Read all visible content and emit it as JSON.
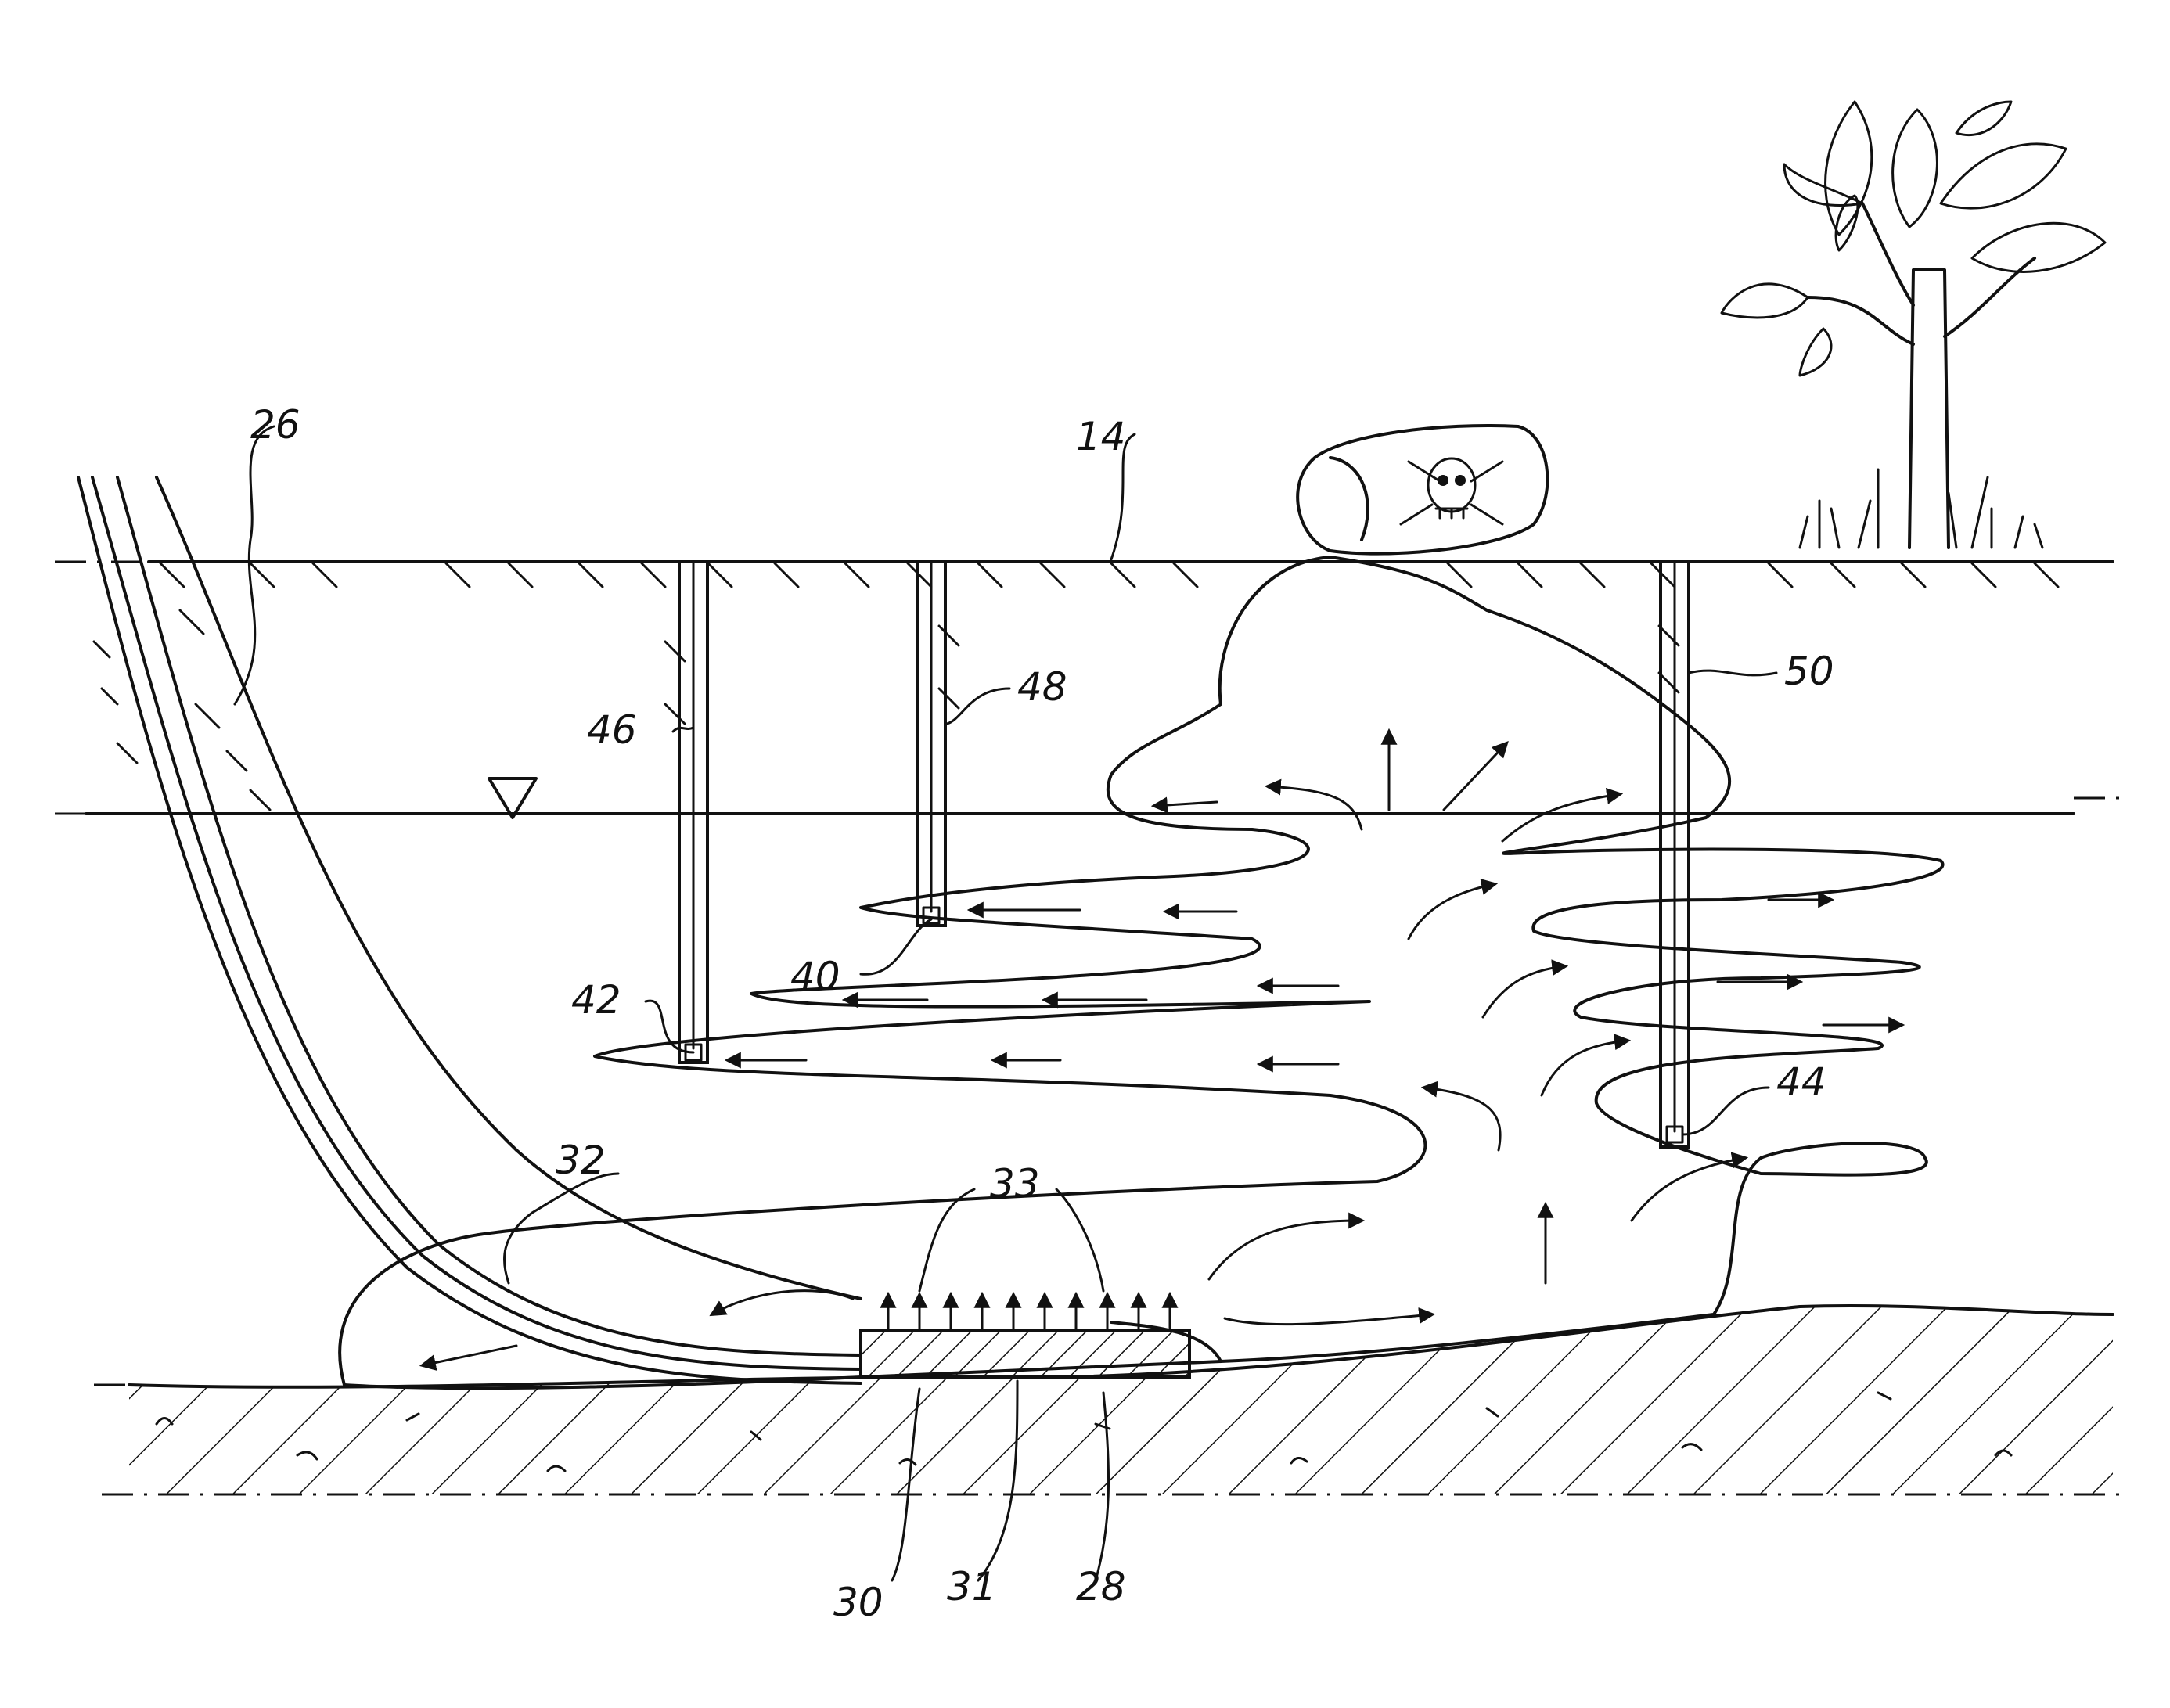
{
  "figure": {
    "labels": {
      "l14": "14",
      "l26": "26",
      "l28": "28",
      "l30": "30",
      "l31": "31",
      "l32": "32",
      "l33": "33",
      "l40": "40",
      "l42": "42",
      "l44": "44",
      "l46": "46",
      "l48": "48",
      "l50": "50"
    },
    "icons": {
      "water_table": "inverted-triangle-icon",
      "barrel": "skull-and-crossbones-icon",
      "tree": "tree-icon",
      "arrows": "flow-arrow-icon"
    }
  }
}
